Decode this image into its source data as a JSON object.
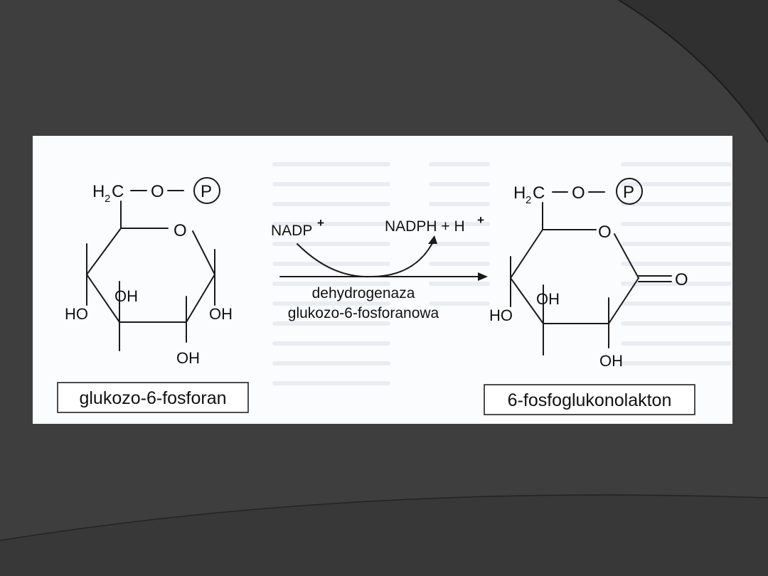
{
  "slide": {
    "background_color": "#3e3e3e",
    "accent_color": "#2f2f2f",
    "line_color": "#1c1c1c"
  },
  "reaction": {
    "substrate": {
      "name": "glukozo-6-fosforan",
      "ch2_label": "H",
      "ch2_sub": "2",
      "ch2_c": "C",
      "bridge_o": "O",
      "phosphate": "P",
      "ring_o": "O",
      "oh_top": "OH",
      "ho_left": "HO",
      "oh_right": "OH",
      "oh_bottom": "OH"
    },
    "product": {
      "name": "6-fosfoglukonolakton",
      "ch2_label": "H",
      "ch2_sub": "2",
      "ch2_c": "C",
      "bridge_o": "O",
      "phosphate": "P",
      "ring_o": "O",
      "carbonyl_o": "O",
      "oh_top": "OH",
      "ho_left": "HO",
      "oh_bottom": "OH"
    },
    "cofactor_in": "NADP",
    "cofactor_in_sup": "+",
    "cofactor_out": "NADPH + H",
    "cofactor_out_sup": "+",
    "enzyme_line1": "dehydrogenaza",
    "enzyme_line2": "glukozo-6-fosforanowa"
  }
}
